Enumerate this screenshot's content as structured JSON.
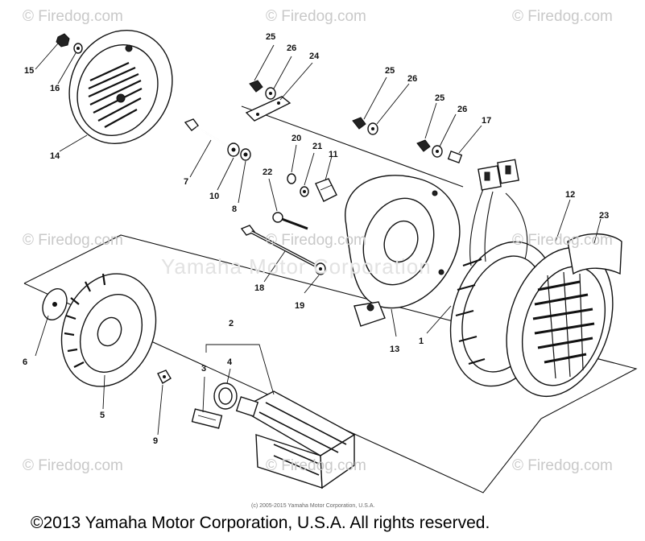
{
  "watermarks": {
    "brand": "© Firedog.com",
    "center": "Yamaha Motor Corporation"
  },
  "callouts": {
    "c1": "1",
    "c2": "2",
    "c3": "3",
    "c4": "4",
    "c5": "5",
    "c6": "6",
    "c7": "7",
    "c8": "8",
    "c9": "9",
    "c10": "10",
    "c11": "11",
    "c12": "12",
    "c13": "13",
    "c14": "14",
    "c15": "15",
    "c16": "16",
    "c17": "17",
    "c18": "18",
    "c19": "19",
    "c20": "20",
    "c21": "21",
    "c22": "22",
    "c23": "23",
    "c24": "24",
    "c25a": "25",
    "c26a": "26",
    "c25b": "25",
    "c26b": "26",
    "c25c": "25",
    "c26c": "26"
  },
  "small_copyright": "(c) 2005-2015 Yamaha Motor Corporation, U.S.A.",
  "footer": "©2013 Yamaha Motor Corporation, U.S.A. All rights reserved."
}
